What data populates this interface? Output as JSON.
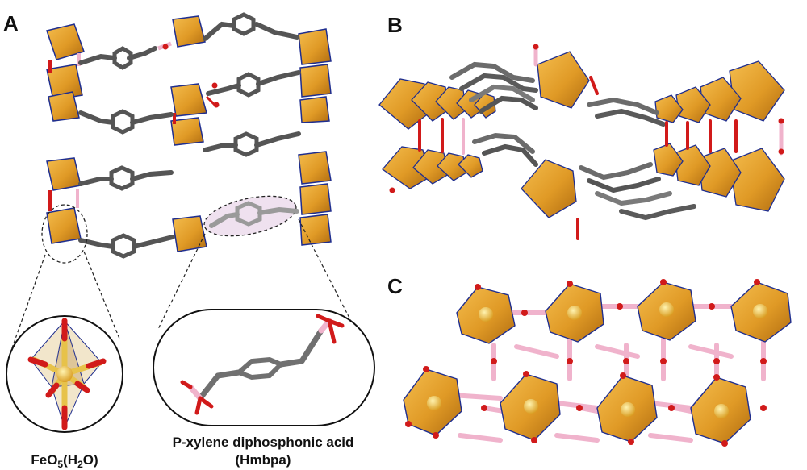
{
  "panels": {
    "a": {
      "letter": "A"
    },
    "b": {
      "letter": "B"
    },
    "c": {
      "letter": "C"
    }
  },
  "insets": {
    "fe_octahedron": {
      "formula_main": "FeO",
      "formula_sub1": "5",
      "formula_mid": "(H",
      "formula_sub2": "2",
      "formula_end": "O)"
    },
    "linker": {
      "name_line1": "P-xylene diphosphonic acid",
      "name_line2": "(Hmbpa)"
    }
  },
  "colors": {
    "polyhedron_fill": "#e3a02c",
    "polyhedron_dark": "#b87312",
    "polyhedron_edge": "#1f2e8f",
    "oxygen": "#d11a1a",
    "phosphorus": "#f0b3cc",
    "carbon": "#6b6b6b",
    "carbon_dark": "#474747",
    "iron": "#f2c64a",
    "highlight": "#efe1ef"
  }
}
